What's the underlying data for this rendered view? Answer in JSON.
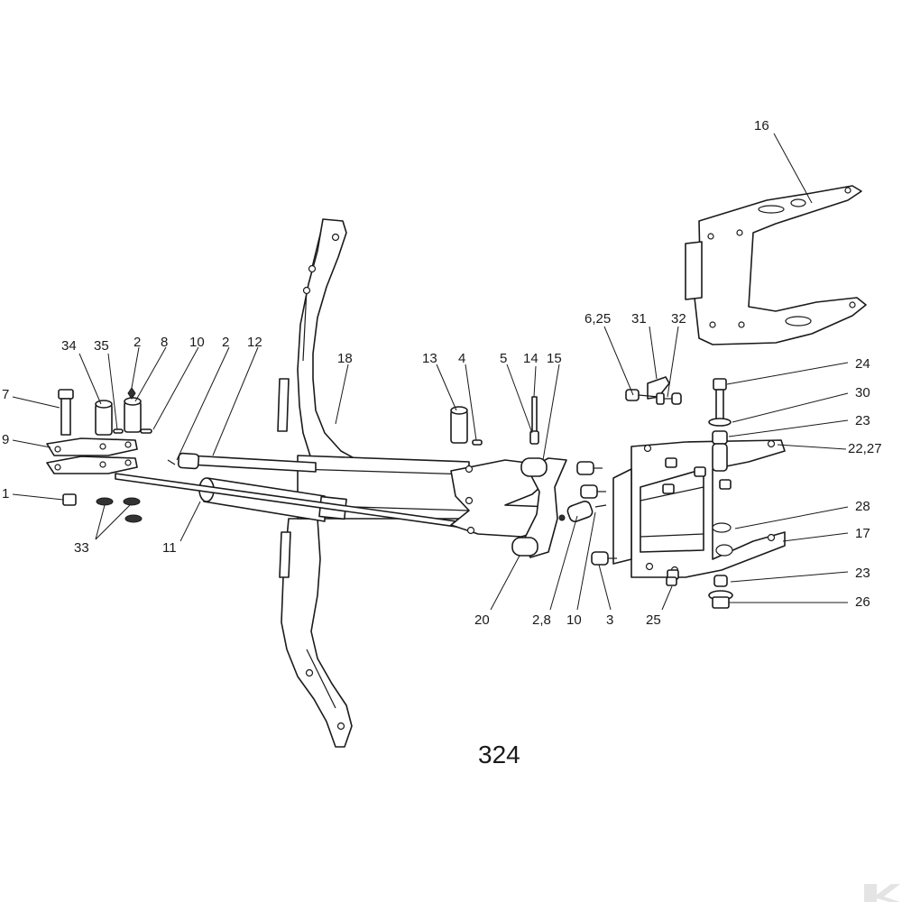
{
  "diagram": {
    "page_number": "324",
    "callouts": [
      "16",
      "6,25",
      "31",
      "32",
      "24",
      "30",
      "23",
      "22,27",
      "28",
      "17",
      "23",
      "26",
      "25",
      "3",
      "10",
      "2,8",
      "20",
      "15",
      "14",
      "5",
      "4",
      "13",
      "18",
      "12",
      "2",
      "10",
      "8",
      "2",
      "35",
      "34",
      "7",
      "9",
      "1",
      "33",
      "11"
    ]
  },
  "logo": {
    "label": "K"
  }
}
